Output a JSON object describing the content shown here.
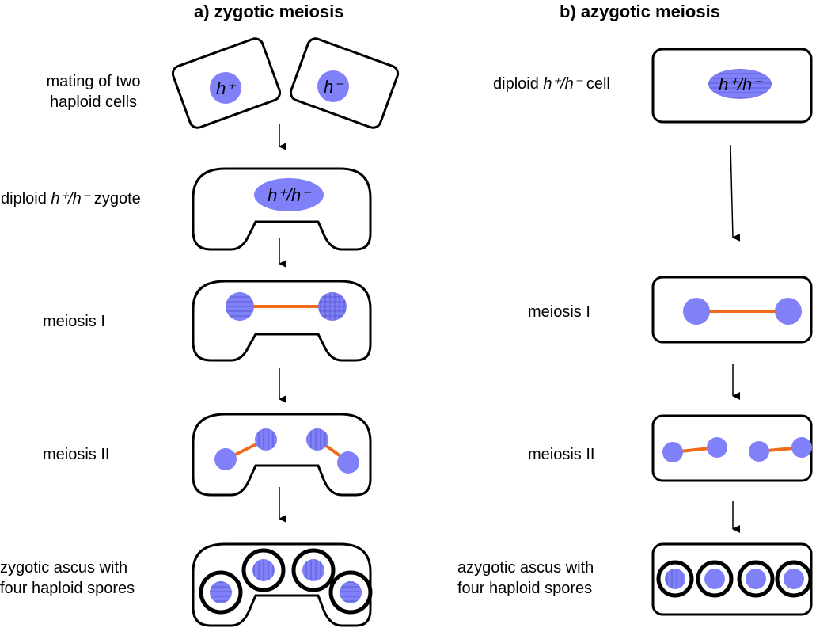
{
  "titles": {
    "left": "a) zygotic meiosis",
    "right": "b) azygotic meiosis"
  },
  "left_labels": {
    "mating": [
      "mating of two",
      "haploid cells"
    ],
    "zygote": {
      "pre": "diploid ",
      "geno": "h⁺/h⁻",
      "post": " zygote"
    },
    "meiosis1": "meiosis I",
    "meiosis2": "meiosis II",
    "ascus": [
      "zygotic ascus with",
      "four haploid spores"
    ]
  },
  "right_labels": {
    "cell": {
      "pre": "diploid ",
      "geno": "h⁺/h⁻",
      "post": " cell"
    },
    "meiosis1": "meiosis I",
    "meiosis2": "meiosis II",
    "ascus": [
      "azygotic ascus with",
      "four haploid spores"
    ]
  },
  "nucleus_labels": {
    "plus": "h⁺",
    "minus": "h⁻",
    "diploid_zygote": "h⁺/h⁻",
    "diploid_cell": "h⁺/h⁻"
  },
  "colors": {
    "nucleus": "#8080f8",
    "spindle": "#f26a1b",
    "outline": "#000000",
    "hatch": "#5a5ad0"
  }
}
